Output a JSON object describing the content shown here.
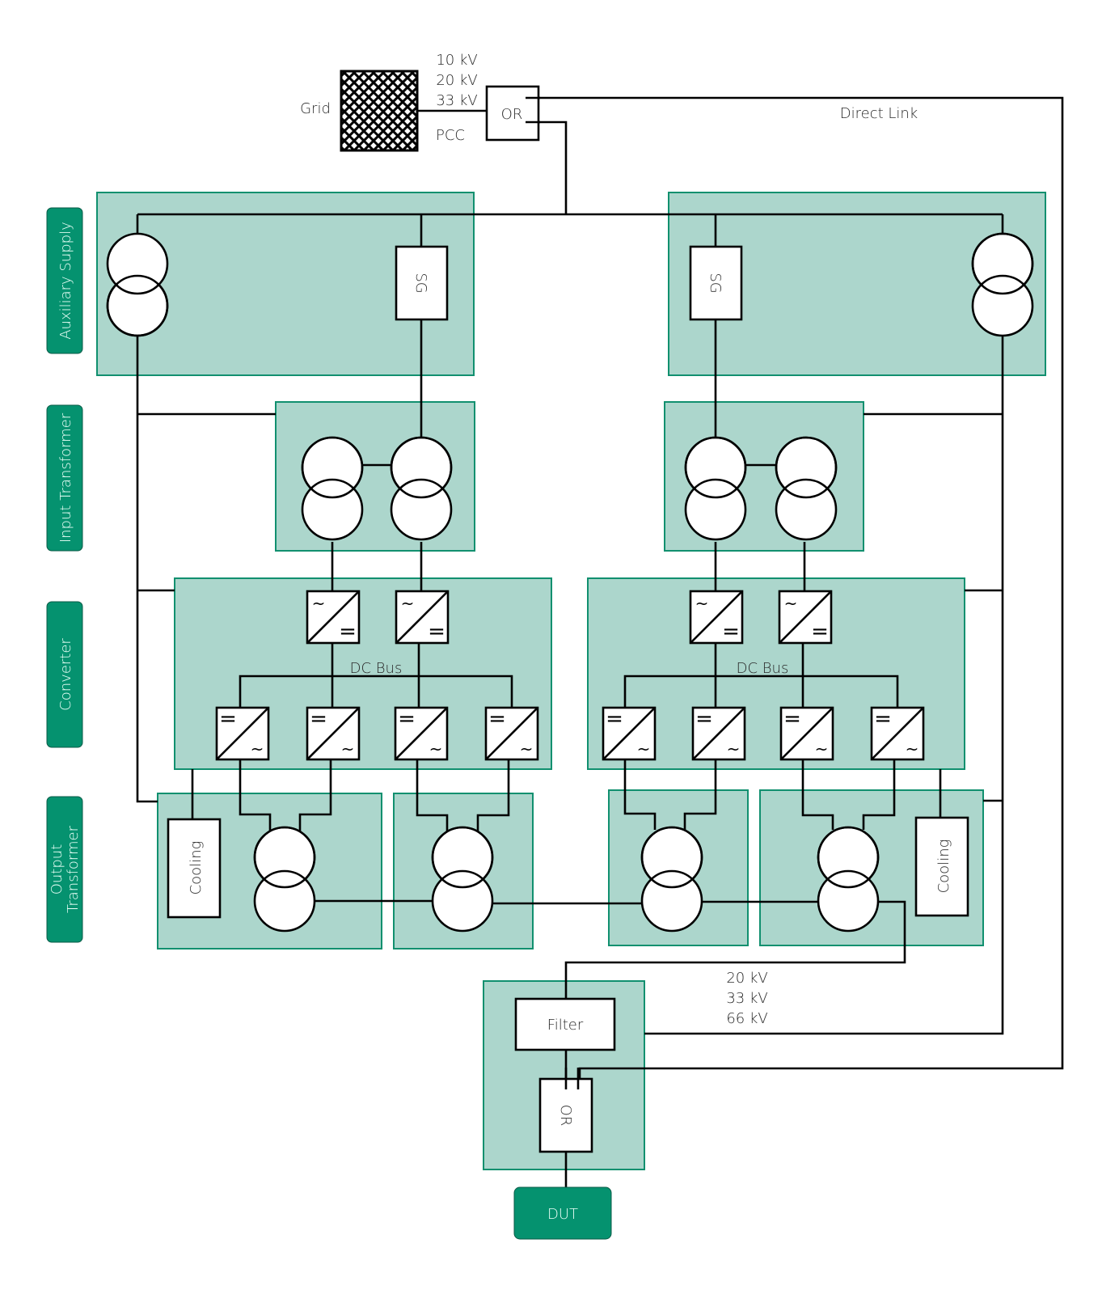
{
  "grid": {
    "label": "Grid",
    "voltages": [
      "10 kV",
      "20 kV",
      "33 kV"
    ],
    "pcc_label": "PCC"
  },
  "or_top": {
    "label": "OR"
  },
  "direct_link": {
    "label": "Direct Link"
  },
  "side_tags": [
    {
      "label": "Auxiliary Supply"
    },
    {
      "label": "Input Transformer"
    },
    {
      "label": "Converter"
    },
    {
      "label": "Output",
      "label2": "Transformer"
    }
  ],
  "aux_supply": {
    "left_sg_label": "SG",
    "right_sg_label": "SG"
  },
  "converter": {
    "left_bus_label": "DC Bus",
    "right_bus_label": "DC Bus",
    "ac_symbol": "~",
    "dc_symbol": "="
  },
  "output": {
    "left_cooling_label": "Cooling",
    "right_cooling_label": "Cooling",
    "voltages": [
      "20 kV",
      "33 kV",
      "66 kV"
    ]
  },
  "filter": {
    "label": "Filter"
  },
  "or_bottom": {
    "label": "OR"
  },
  "dut": {
    "label": "DUT"
  },
  "colors": {
    "group_fill": "#acd6cc",
    "group_stroke": "#11906f",
    "tag_fill": "#05926f",
    "tag_text": "#e9fff7"
  }
}
